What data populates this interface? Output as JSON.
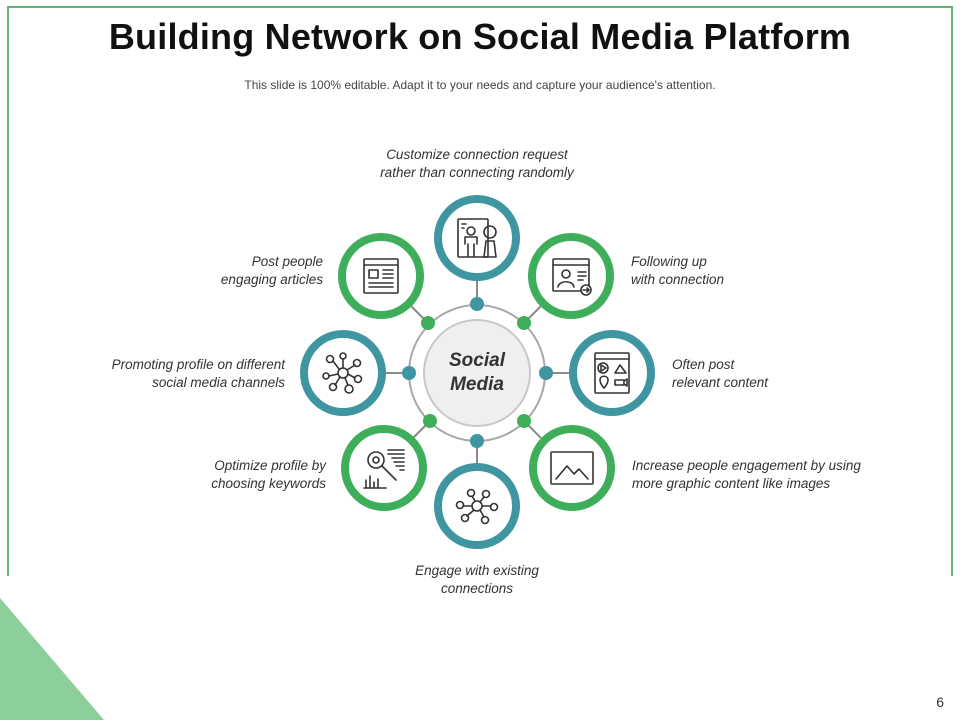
{
  "title": "Building Network on Social Media Platform",
  "subtitle": "This slide is 100% editable. Adapt it to your needs and capture your audience's attention.",
  "page_number": "6",
  "center": {
    "line1": "Social",
    "line2": "Media"
  },
  "colors": {
    "green": "#3fae5a",
    "teal": "#3f96a0",
    "frame": "#5bb86f",
    "triangle": "#8ccf9a"
  },
  "nodes": [
    {
      "id": "customize",
      "icon": "person-profile-icon",
      "color": "teal",
      "line1": "Customize connection request",
      "line2": "rather than connecting randomly"
    },
    {
      "id": "following",
      "icon": "web-profile-icon",
      "color": "green",
      "line1": "Following up",
      "line2": "with connection"
    },
    {
      "id": "often",
      "icon": "media-content-icon",
      "color": "teal",
      "line1": "Often post",
      "line2": "relevant content"
    },
    {
      "id": "increase",
      "icon": "image-icon",
      "color": "green",
      "line1": "Increase people engagement by using",
      "line2": "more graphic content like images"
    },
    {
      "id": "engage",
      "icon": "network-icon",
      "color": "teal",
      "line1": "Engage with existing",
      "line2": "connections"
    },
    {
      "id": "optimize",
      "icon": "keyword-search-icon",
      "color": "green",
      "line1": "Optimize profile by",
      "line2": "choosing keywords"
    },
    {
      "id": "promoting",
      "icon": "social-channels-icon",
      "color": "teal",
      "line1": "Promoting profile on different",
      "line2": "social media channels"
    },
    {
      "id": "post",
      "icon": "article-icon",
      "color": "green",
      "line1": "Post people",
      "line2": "engaging articles"
    }
  ]
}
